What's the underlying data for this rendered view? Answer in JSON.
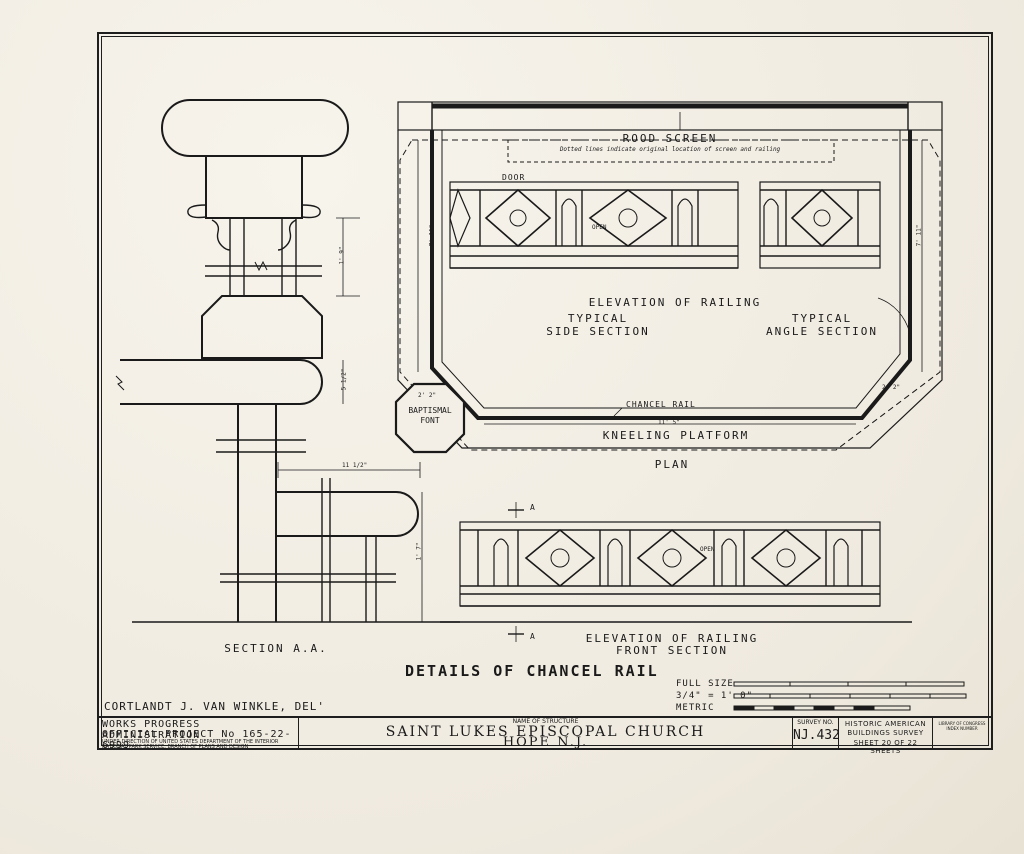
{
  "drawing": {
    "title": "DETAILS OF CHANCEL RAIL",
    "delineator": "CORTLANDT J. VAN WINKLE, DEL'",
    "labels": {
      "rood_screen": "ROOD SCREEN",
      "dotted_note": "Dotted lines indicate original location of screen and railing",
      "door": "DOOR",
      "open": "OPEN",
      "elevation_of_railing": "ELEVATION OF RAILING",
      "typical_side_1": "TYPICAL",
      "typical_side_2": "SIDE SECTION",
      "typical_angle_1": "TYPICAL",
      "typical_angle_2": "ANGLE SECTION",
      "chancel_rail": "CHANCEL RAIL",
      "baptismal_1": "BAPTISMAL",
      "baptismal_2": "FONT",
      "kneeling_platform": "KNEELING PLATFORM",
      "plan": "PLAN",
      "section_aa": "SECTION A.A.",
      "section_mark_a": "A",
      "elev_front_1": "ELEVATION OF RAILING",
      "elev_front_2": "FRONT SECTION"
    },
    "dimensions": {
      "plan_left": "7' 11\"",
      "plan_right": "7' 11\"",
      "plan_width": "11' 5\"",
      "plan_corner_left": "2' 2\"",
      "plan_corner_right": "2' 2\"",
      "section_upper": "1' 9\"",
      "section_mid": "5 1/2\"",
      "section_depth": "11 1/2\"",
      "section_height": "1' 7\""
    },
    "scale": {
      "full_size": "FULL SIZE",
      "imperial": "3/4\" = 1' 0\"",
      "metric": "METRIC"
    }
  },
  "title_block": {
    "wpa_line1": "WORKS PROGRESS ADMINISTRATION",
    "wpa_line2": "OFFICIAL PROJECT No 165-22-6999",
    "wpa_line3": "UNDER DIRECTION OF UNITED STATES DEPARTMENT OF THE INTERIOR NATIONAL PARK SERVICE, BRANCH OF PLANS AND DESIGN",
    "structure_label": "NAME OF STRUCTURE",
    "structure_name": "SAINT LUKES EPISCOPAL CHURCH",
    "structure_location": "HOPE N.J.",
    "survey_label": "SURVEY NO.",
    "survey_number": "NJ.432",
    "habs_line1": "HISTORIC AMERICAN",
    "habs_line2": "BUILDINGS SURVEY",
    "sheet_line": "SHEET 20 OF 22 SHEETS",
    "library_note": "LIBRARY OF CONGRESS INDEX NUMBER"
  }
}
